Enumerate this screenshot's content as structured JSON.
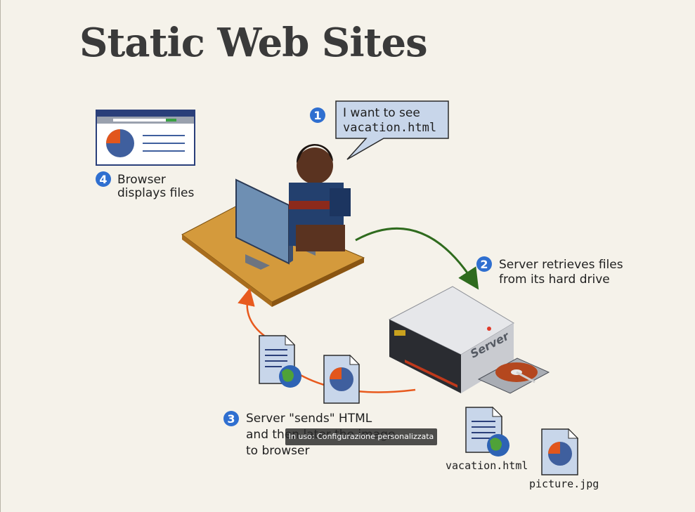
{
  "slide": {
    "title": "Static Web Sites"
  },
  "diagram": {
    "step1": {
      "number": "1",
      "line1": "I want to see",
      "line2": "vacation.html"
    },
    "step2": {
      "number": "2",
      "line1": "Server retrieves files",
      "line2": "from its hard drive"
    },
    "step3": {
      "number": "3",
      "line1": "Server \"sends\" HTML",
      "line2": "and then later the image",
      "line3": "to browser"
    },
    "step4": {
      "number": "4",
      "line1": "Browser",
      "line2": "displays files"
    },
    "server_label": "Server",
    "file_html": "vacation.html",
    "file_image": "picture.jpg"
  },
  "overlay": {
    "tooltip": "In uso: Configurazione personalizzata"
  },
  "colors": {
    "step_badge": "#2f6fd0",
    "request_arrow": "#2f6b1e",
    "response_arrow": "#e85a1e",
    "pie_orange": "#e2561c",
    "pie_blue": "#3f5f9e"
  }
}
